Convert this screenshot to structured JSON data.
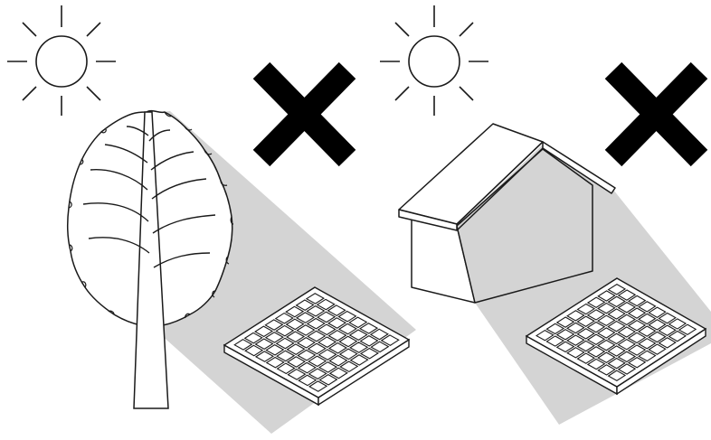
{
  "panels": [
    {
      "obstruction": "tree",
      "verdict": "incorrect",
      "icons": [
        "sun-icon",
        "cross-icon",
        "tree-icon",
        "solar-panel-icon",
        "shadow"
      ]
    },
    {
      "obstruction": "house",
      "verdict": "incorrect",
      "icons": [
        "sun-icon",
        "cross-icon",
        "house-icon",
        "solar-panel-icon",
        "shadow"
      ]
    }
  ],
  "colors": {
    "line": "#1a1a1a",
    "shadow": "#d4d4d4",
    "fill": "#ffffff",
    "cross": "#000000"
  },
  "panel_grid": {
    "rows": 8,
    "cols": 8
  }
}
